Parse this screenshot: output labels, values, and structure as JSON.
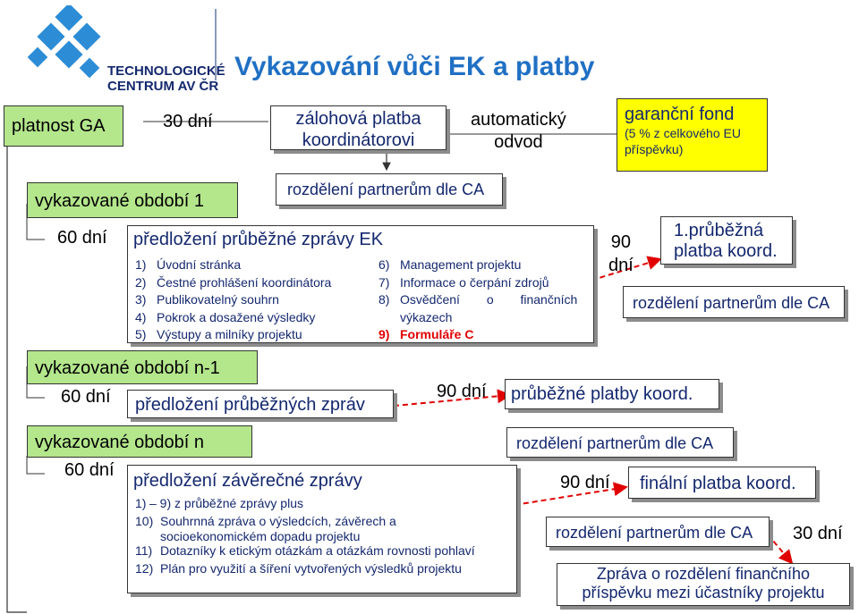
{
  "header": {
    "title": "Vykazování vůči EK a platby",
    "logo_line1": "TECHNOLOGICKÉ",
    "logo_line2": "CENTRUM AV ČR"
  },
  "top_row": {
    "platnost": "platnost GA",
    "days": "30 dní",
    "advance_line1": "zálohová platba",
    "advance_line2": "koordinátorovi",
    "auto_line1": "automatický",
    "auto_line2": "odvod",
    "fund_line1": "garanční fond",
    "fund_line2": "(5 % z celkového EU",
    "fund_line3": "příspěvku)"
  },
  "period1": {
    "label": "vykazované období 1",
    "distribution": "rozdělení partnerům dle CA",
    "days": "60 dní",
    "report_title": "předložení průběžné zprávy EK",
    "items_left": [
      {
        "n": "1)",
        "t": "Úvodní stránka"
      },
      {
        "n": "2)",
        "t": "Čestné prohlášení koordinátora"
      },
      {
        "n": "3)",
        "t": "Publikovatelný souhrn"
      },
      {
        "n": "4)",
        "t": "Pokrok a dosažené výsledky"
      },
      {
        "n": "5)",
        "t": "Výstupy a milníky projektu"
      }
    ],
    "items_right": [
      {
        "n": "6)",
        "t": "Management projektu"
      },
      {
        "n": "7)",
        "t": "Informace o čerpání zdrojů"
      },
      {
        "n": "8)",
        "t": "Osvědčení o finančních"
      },
      {
        "n": "",
        "t": "výkazech"
      },
      {
        "n": "9)",
        "t": "Formuláře C"
      }
    ],
    "wait_line1": "90",
    "wait_line2": "dní",
    "payment_line1": "1.průběžná",
    "payment_line2": "platba koord.",
    "payment_distribution": "rozdělení partnerům dle CA"
  },
  "period_n1": {
    "label": "vykazované období n-1",
    "days": "60 dní",
    "report_title": "předložení průběžných zpráv",
    "wait": "90 dní",
    "payment": "průběžné platby koord.",
    "payment_distribution": "rozdělení partnerům dle CA"
  },
  "period_n": {
    "label": "vykazované období n",
    "days": "60 dní",
    "report_title": "předložení závěrečné zprávy",
    "items": [
      {
        "n": "1)",
        "t": "– 9) z průběžné zprávy plus"
      },
      {
        "n": "10)",
        "t": "Souhrnná zpráva o výsledcích, závěrech a"
      },
      {
        "n": "",
        "t": "socioekonomickém dopadu projektu"
      },
      {
        "n": "11)",
        "t": "Dotazníky k etickým otázkám a otázkám rovnosti pohlaví"
      },
      {
        "n": "12)",
        "t": "Plán pro využití a šíření vytvořených výsledků projektu"
      }
    ],
    "wait": "90 dní",
    "final_payment": "finální platba koord.",
    "final_distribution": "rozdělení partnerům dle CA",
    "final_days": "30 dní",
    "report_line1": "Zpráva o rozdělení finančního",
    "report_line2": "příspěvku mezi účastníky projektu"
  },
  "colors": {
    "green": "#b4e68c",
    "yellow": "#ffff00",
    "title_blue": "#2070c4",
    "navy": "#14286e",
    "arrow_red": "#e00000",
    "highlight_red": "#e00000"
  }
}
